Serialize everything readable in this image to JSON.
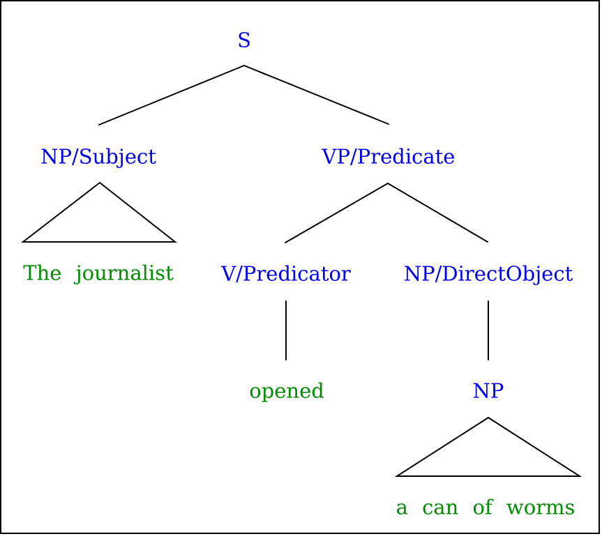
{
  "tree": {
    "type": "syntax-tree-diagram",
    "colors": {
      "phrase_label": "#0000ee",
      "terminal_label": "#008b00",
      "edge": "#000000",
      "border": "#000000",
      "background": "#ffffff"
    },
    "nodes": {
      "s": {
        "label": "S"
      },
      "np_subject": {
        "label": "NP/Subject"
      },
      "vp_predicate": {
        "label": "VP/Predicate"
      },
      "the_journalist": {
        "label": "The journalist"
      },
      "v_predicator": {
        "label": "V/Predicator"
      },
      "np_directobject": {
        "label": "NP/DirectObject"
      },
      "opened": {
        "label": "opened"
      },
      "np": {
        "label": "NP"
      },
      "a_can_of_worms": {
        "label": "a can of worms"
      }
    }
  }
}
